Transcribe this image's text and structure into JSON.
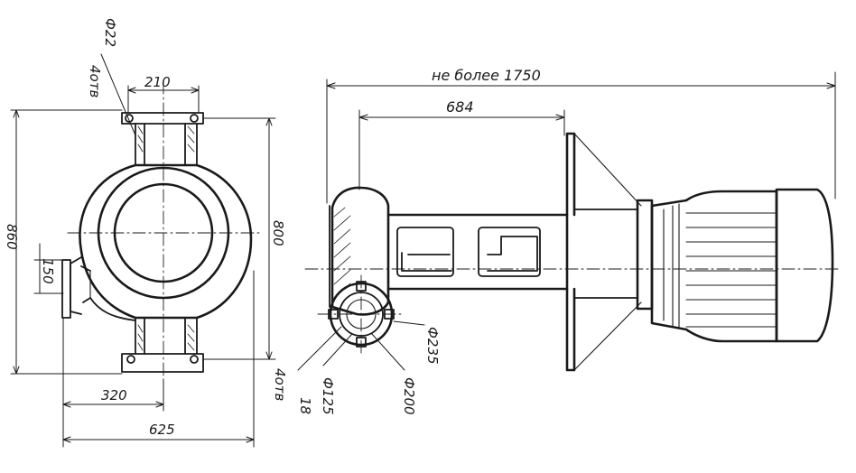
{
  "dimensions": {
    "flange_holes_diameter": "Ф22",
    "flange_holes_count": "4отв",
    "top_width": "210",
    "height_left": "860",
    "outlet_height": "150",
    "height_right": "800",
    "half_length": "320",
    "base_length": "625",
    "total_length": "не более 1750",
    "shaft_length": "684",
    "inlet_holes_count": "4отв",
    "inlet_holes_diameter": "18",
    "inlet_d1": "Ф125",
    "inlet_d2": "Ф200",
    "inlet_d3": "Ф235"
  },
  "colors": {
    "ink": "#1a1a1a",
    "paper": "#ffffff"
  }
}
